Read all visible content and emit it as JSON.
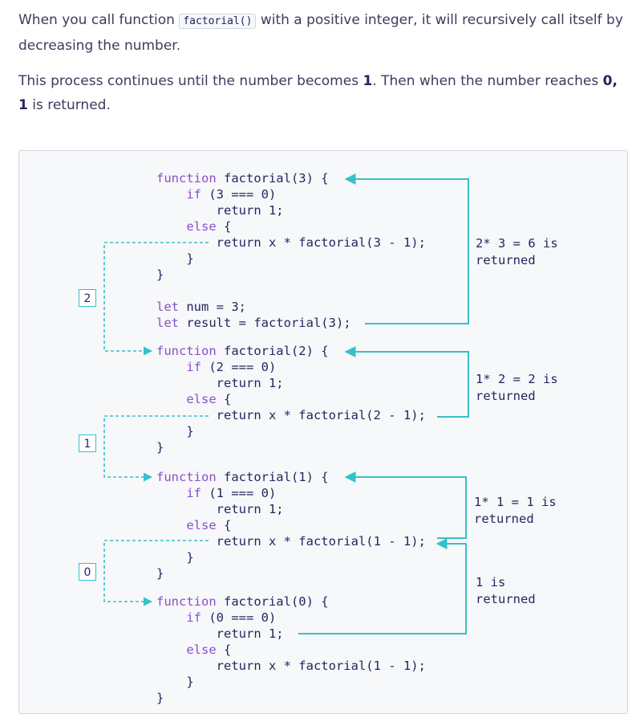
{
  "intro": {
    "p1_before": "When you call function ",
    "p1_code": "factorial()",
    "p1_after": " with a positive integer, it will recursively call itself by decreasing the number.",
    "p2_before": "This process continues until the number becomes ",
    "p2_one": "1",
    "p2_mid": ". Then when the number reaches ",
    "p2_zero": "0",
    "p2_sep": ", ",
    "p2_one_b": "1",
    "p2_after": " is returned."
  },
  "code_blocks": [
    {
      "lines": [
        [
          {
            "kw": "function"
          },
          {
            "t": " factorial(3) {"
          }
        ],
        [
          {
            "t": "    "
          },
          {
            "kw": "if"
          },
          {
            "t": " (3 === 0)"
          }
        ],
        [
          {
            "t": "        return 1;"
          }
        ],
        [
          {
            "t": "    "
          },
          {
            "kw": "else"
          },
          {
            "t": " {"
          }
        ],
        [
          {
            "t": "        return x * factorial(3 - 1);"
          }
        ],
        [
          {
            "t": "    }"
          }
        ],
        [
          {
            "t": "}"
          }
        ]
      ]
    },
    {
      "lines": [
        [
          {
            "kw": "let"
          },
          {
            "t": " num = 3;"
          }
        ],
        [
          {
            "kw": "let"
          },
          {
            "t": " result = factorial(3);"
          }
        ]
      ]
    },
    {
      "lines": [
        [
          {
            "kw": "function"
          },
          {
            "t": " factorial(2) {"
          }
        ],
        [
          {
            "t": "    "
          },
          {
            "kw": "if"
          },
          {
            "t": " (2 === 0)"
          }
        ],
        [
          {
            "t": "        return 1;"
          }
        ],
        [
          {
            "t": "    "
          },
          {
            "kw": "else"
          },
          {
            "t": " {"
          }
        ],
        [
          {
            "t": "        return x * factorial(2 - 1);"
          }
        ],
        [
          {
            "t": "    }"
          }
        ],
        [
          {
            "t": "}"
          }
        ]
      ]
    },
    {
      "lines": [
        [
          {
            "kw": "function"
          },
          {
            "t": " factorial(1) {"
          }
        ],
        [
          {
            "t": "    "
          },
          {
            "kw": "if"
          },
          {
            "t": " (1 === 0)"
          }
        ],
        [
          {
            "t": "        return 1;"
          }
        ],
        [
          {
            "t": "    "
          },
          {
            "kw": "else"
          },
          {
            "t": " {"
          }
        ],
        [
          {
            "t": "        return x * factorial(1 - 1);"
          }
        ],
        [
          {
            "t": "    }"
          }
        ],
        [
          {
            "t": "}"
          }
        ]
      ]
    },
    {
      "lines": [
        [
          {
            "kw": "function"
          },
          {
            "t": " factorial(0) {"
          }
        ],
        [
          {
            "t": "    "
          },
          {
            "kw": "if"
          },
          {
            "t": " (0 === 0)"
          }
        ],
        [
          {
            "t": "        return 1;"
          }
        ],
        [
          {
            "t": "    "
          },
          {
            "kw": "else"
          },
          {
            "t": " {"
          }
        ],
        [
          {
            "t": "        return x * factorial(1 - 1);"
          }
        ],
        [
          {
            "t": "    }"
          }
        ],
        [
          {
            "t": "}"
          }
        ]
      ]
    }
  ],
  "return_notes": [
    "2* 3 = 6 is\nreturned",
    "1* 2 = 2 is\nreturned",
    "1* 1 = 1 is\nreturned",
    "1 is\nreturned"
  ],
  "call_labels": [
    "2",
    "1",
    "0"
  ],
  "colors": {
    "accent": "#36c0c8",
    "keyword": "#8a4fc9",
    "text": "#25265e"
  }
}
